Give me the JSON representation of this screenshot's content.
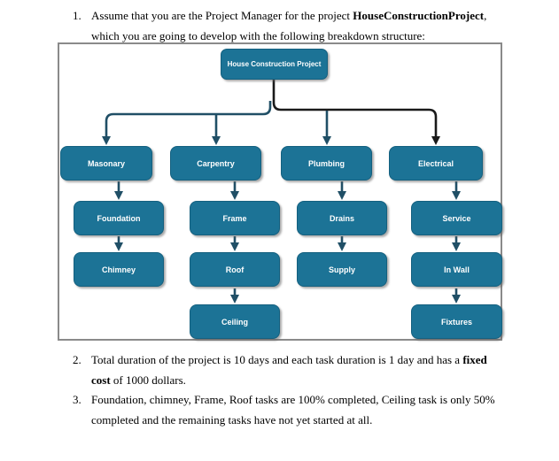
{
  "items": {
    "item1": {
      "number": "1.",
      "line1_pre": "Assume that you are the Project Manager for the project ",
      "line1_bold": "HouseConstructionProject",
      "line1_post": ",",
      "line2": "which you are going to develop with the following breakdown structure:"
    },
    "item2": {
      "number": "2.",
      "line1_pre": "Total duration of the project is 10 days and each task duration is 1 day and has a ",
      "line1_bold": "fixed",
      "line2_bold": "cost",
      "line2_post": " of 1000 dollars."
    },
    "item3": {
      "number": "3.",
      "line1": "Foundation, chimney, Frame, Roof tasks are 100% completed, Ceiling task is only 50%",
      "line2": "completed and the remaining tasks have not yet started at all."
    }
  },
  "diagram": {
    "root": "House Construction Project",
    "nodes": {
      "masonary": "Masonary",
      "carpentry": "Carpentry",
      "plumbing": "Plumbing",
      "electrical": "Electrical",
      "foundation": "Foundation",
      "frame": "Frame",
      "drains": "Drains",
      "service": "Service",
      "chimney": "Chimney",
      "roof": "Roof",
      "supply": "Supply",
      "inwall": "In Wall",
      "ceiling": "Ceiling",
      "fixtures": "Fixtures"
    },
    "hierarchy": {
      "House Construction Project": {
        "Masonary": [
          "Foundation",
          "Chimney"
        ],
        "Carpentry": [
          "Frame",
          "Roof",
          "Ceiling"
        ],
        "Plumbing": [
          "Drains",
          "Supply"
        ],
        "Electrical": [
          "Service",
          "In Wall",
          "Fixtures"
        ]
      }
    },
    "colors": {
      "box_fill": "#1C7396",
      "box_border": "#14607F",
      "connector_dark_navy": "#204F66",
      "connector_black": "#1A1A1A",
      "frame_border": "#8A8A8A",
      "box_text": "#FFFFFF"
    }
  }
}
